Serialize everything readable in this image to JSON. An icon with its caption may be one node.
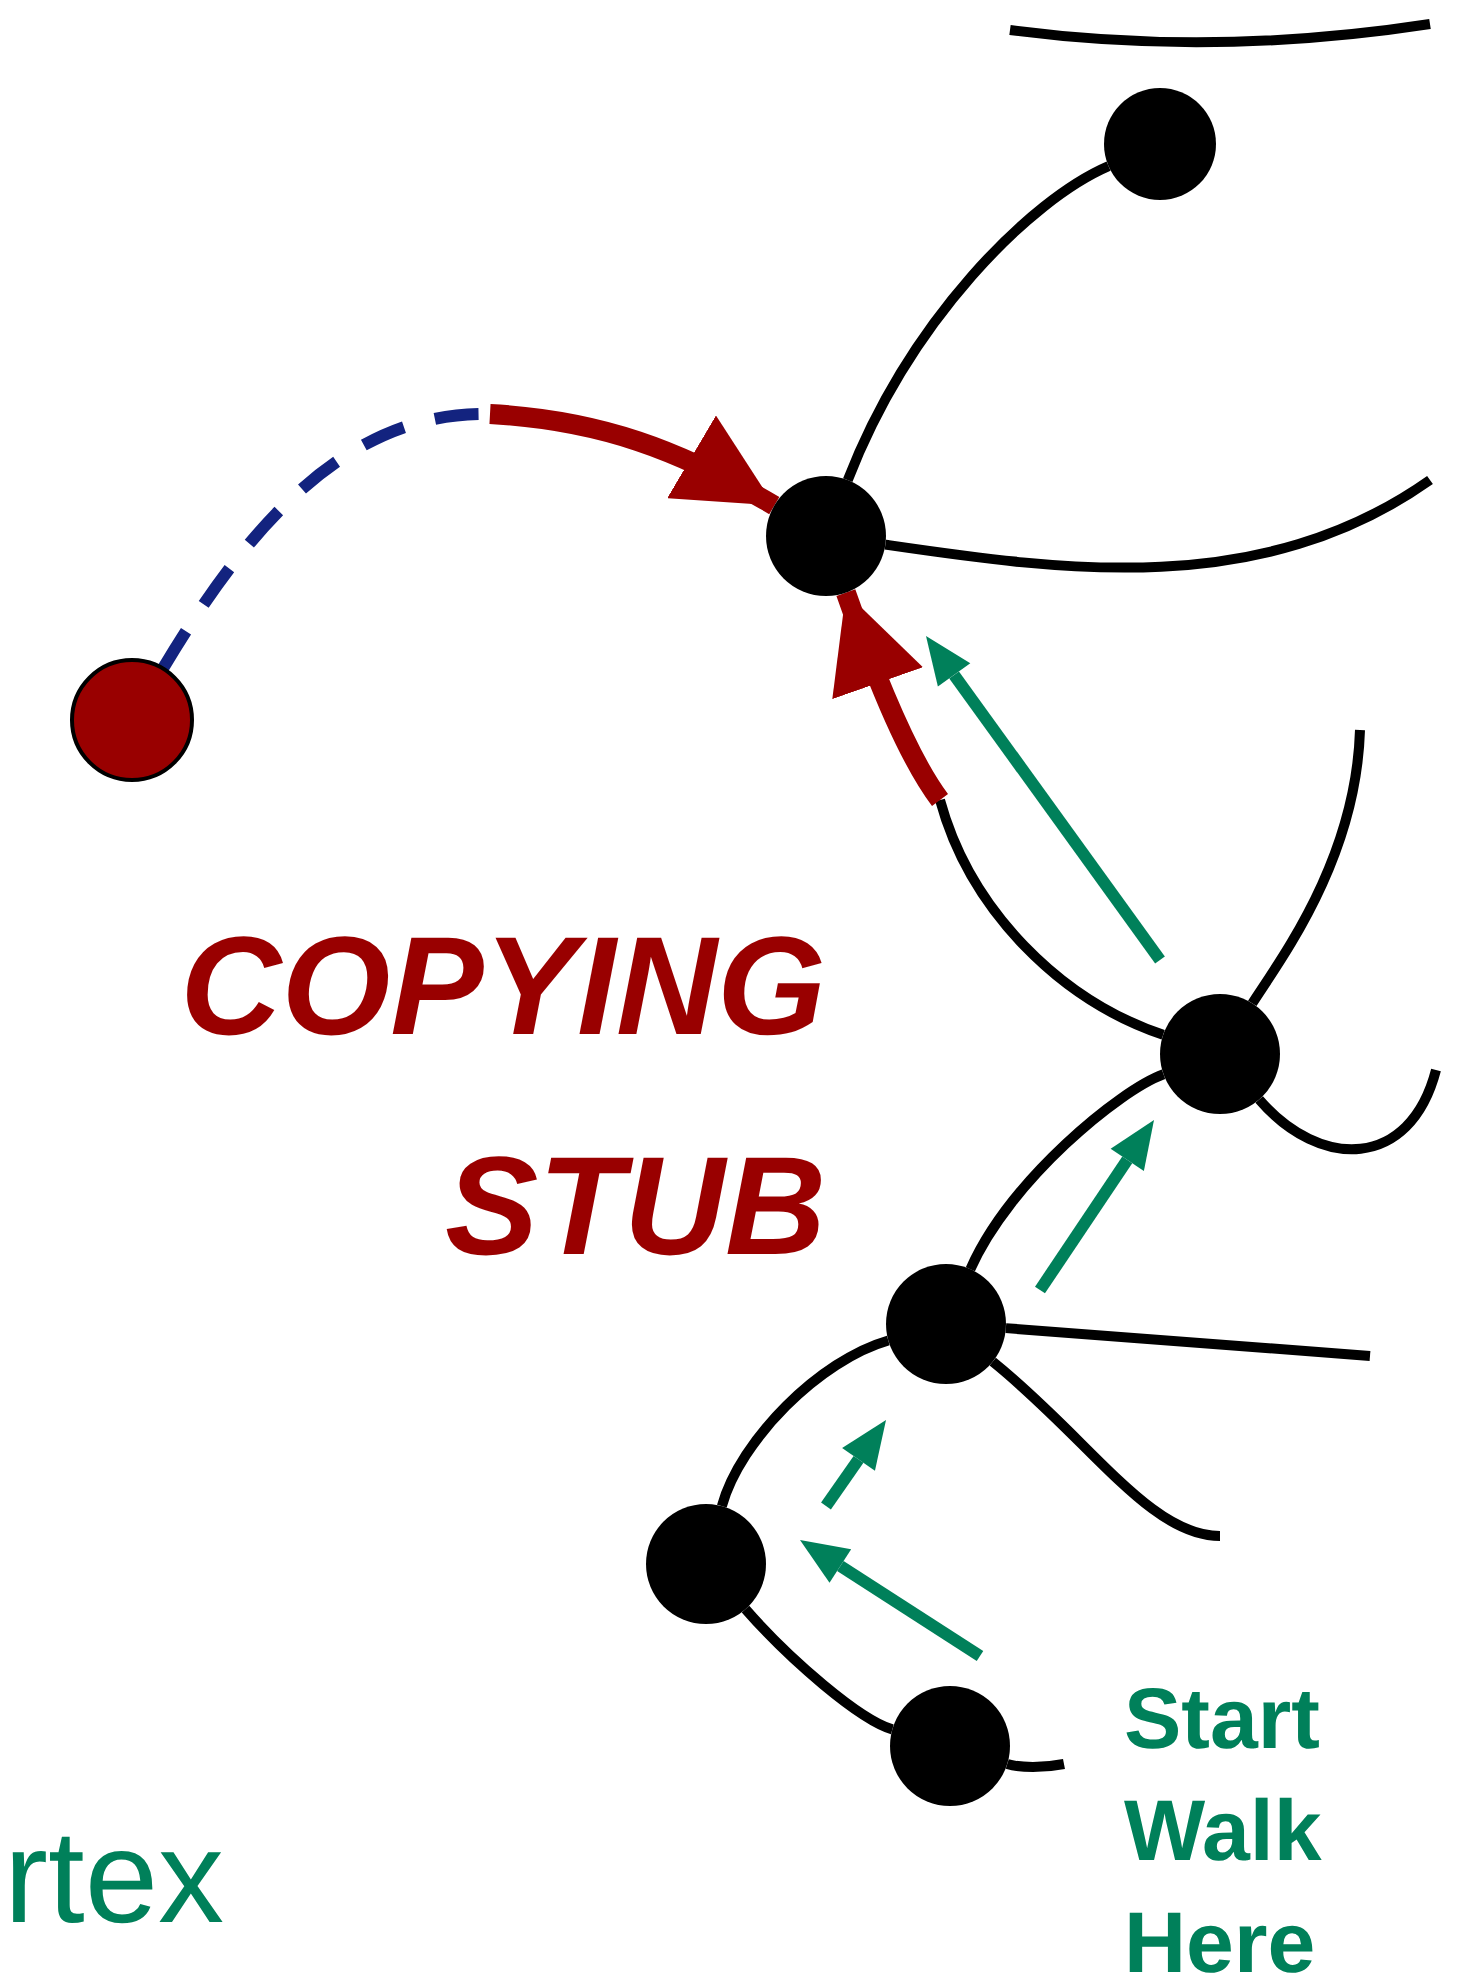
{
  "diagram": {
    "nodes": [
      {
        "text": [],
        "shape": "circle"
      },
      {
        "text": [],
        "shape": "circle"
      },
      {
        "text": [],
        "shape": "circle"
      },
      {
        "text": [],
        "shape": "circle"
      },
      {
        "text": [],
        "shape": "circle"
      },
      {
        "text": [],
        "shape": "circle"
      },
      {
        "text": [],
        "shape": "circle"
      }
    ],
    "edges": [
      {
        "from": 1,
        "to": 0,
        "arrow": "none"
      },
      {
        "from": 1,
        "to": null,
        "arrow": "none"
      },
      {
        "from": 2,
        "to": null,
        "arrow": "none",
        "style": "dashed",
        "color": "#13237f"
      },
      {
        "from": null,
        "to": 1,
        "arrow": "to",
        "style": "thick",
        "color": "#990000"
      },
      {
        "from": 3,
        "to": null,
        "arrow": "none"
      },
      {
        "from": null,
        "to": 1,
        "arrow": "to",
        "style": "thick",
        "color": "#990000"
      },
      {
        "from": 3,
        "to": null,
        "arrow": "none"
      },
      {
        "from": 3,
        "to": null,
        "arrow": "none"
      },
      {
        "from": 3,
        "to": 4,
        "arrow": "none"
      },
      {
        "from": 4,
        "to": null,
        "arrow": "none"
      },
      {
        "from": 4,
        "to": null,
        "arrow": "none"
      },
      {
        "from": 4,
        "to": 5,
        "arrow": "none"
      },
      {
        "from": 5,
        "to": 6,
        "arrow": "none"
      },
      {
        "from": 6,
        "to": null,
        "arrow": "none"
      }
    ],
    "labels": [
      "COPYING STUB",
      "Start Walk Here",
      "rtex"
    ]
  }
}
